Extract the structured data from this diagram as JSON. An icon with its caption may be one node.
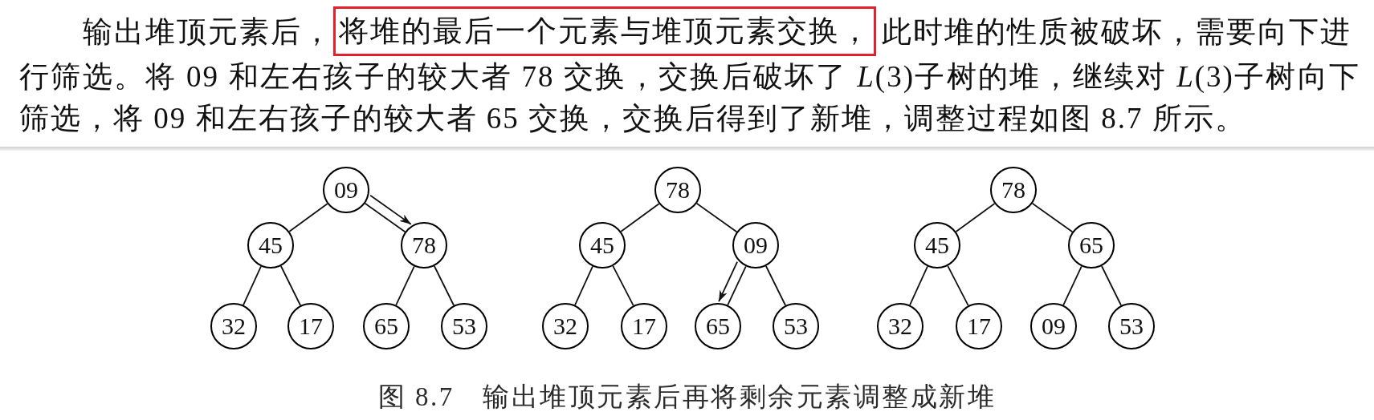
{
  "diagram": {
    "caption": "图 8.7　输出堆顶元素后再将剩余元素调整成新堆",
    "nodes": [
      {
        "text": [
          "将堆的最后一个元素与堆顶元素交换，"
        ]
      },
      {
        "text": [
          "09"
        ]
      },
      {
        "text": [
          "45"
        ]
      },
      {
        "text": [
          "78"
        ]
      },
      {
        "text": [
          "32"
        ]
      },
      {
        "text": [
          "17"
        ]
      },
      {
        "text": [
          "65"
        ]
      },
      {
        "text": [
          "53"
        ]
      },
      {
        "text": [
          "78"
        ]
      },
      {
        "text": [
          "45"
        ]
      },
      {
        "text": [
          "09"
        ]
      },
      {
        "text": [
          "32"
        ]
      },
      {
        "text": [
          "17"
        ]
      },
      {
        "text": [
          "65"
        ]
      },
      {
        "text": [
          "53"
        ]
      },
      {
        "text": [
          "78"
        ]
      },
      {
        "text": [
          "45"
        ]
      },
      {
        "text": [
          "65"
        ]
      },
      {
        "text": [
          "32"
        ]
      },
      {
        "text": [
          "17"
        ]
      },
      {
        "text": [
          "09"
        ]
      },
      {
        "text": [
          "53"
        ]
      }
    ],
    "edges": [
      {
        "from": 1,
        "to": 2,
        "arrow": "none"
      },
      {
        "from": 1,
        "to": 3,
        "arrow": "none"
      },
      {
        "from": 2,
        "to": 4,
        "arrow": "none"
      },
      {
        "from": 2,
        "to": 5,
        "arrow": "none"
      },
      {
        "from": 3,
        "to": 6,
        "arrow": "none"
      },
      {
        "from": 3,
        "to": 7,
        "arrow": "none"
      },
      {
        "from": 1,
        "to": 3,
        "arrow": "to"
      },
      {
        "from": 8,
        "to": 9,
        "arrow": "none"
      },
      {
        "from": 8,
        "to": 10,
        "arrow": "none"
      },
      {
        "from": 9,
        "to": 11,
        "arrow": "none"
      },
      {
        "from": 9,
        "to": 12,
        "arrow": "none"
      },
      {
        "from": 10,
        "to": 13,
        "arrow": "none"
      },
      {
        "from": 10,
        "to": 14,
        "arrow": "none"
      },
      {
        "from": 10,
        "to": 13,
        "arrow": "to"
      },
      {
        "from": 15,
        "to": 16,
        "arrow": "none"
      },
      {
        "from": 15,
        "to": 17,
        "arrow": "none"
      },
      {
        "from": 16,
        "to": 18,
        "arrow": "none"
      },
      {
        "from": 16,
        "to": 19,
        "arrow": "none"
      },
      {
        "from": 17,
        "to": 20,
        "arrow": "none"
      },
      {
        "from": 17,
        "to": 21,
        "arrow": "none"
      }
    ],
    "labels": [
      "输出堆顶元素后，",
      "此时堆的性质被破坏，需要向下进",
      "行筛选。将 09 和左右孩子的较大者 78 交换，交换后破坏了 *L*(3)子树的堆，继续对 *L*(3)子树向下筛选，将 09 和左右孩子的较大者 65 交换，交换后得到了新堆，调整过程如图 8.7 所示。"
    ]
  }
}
